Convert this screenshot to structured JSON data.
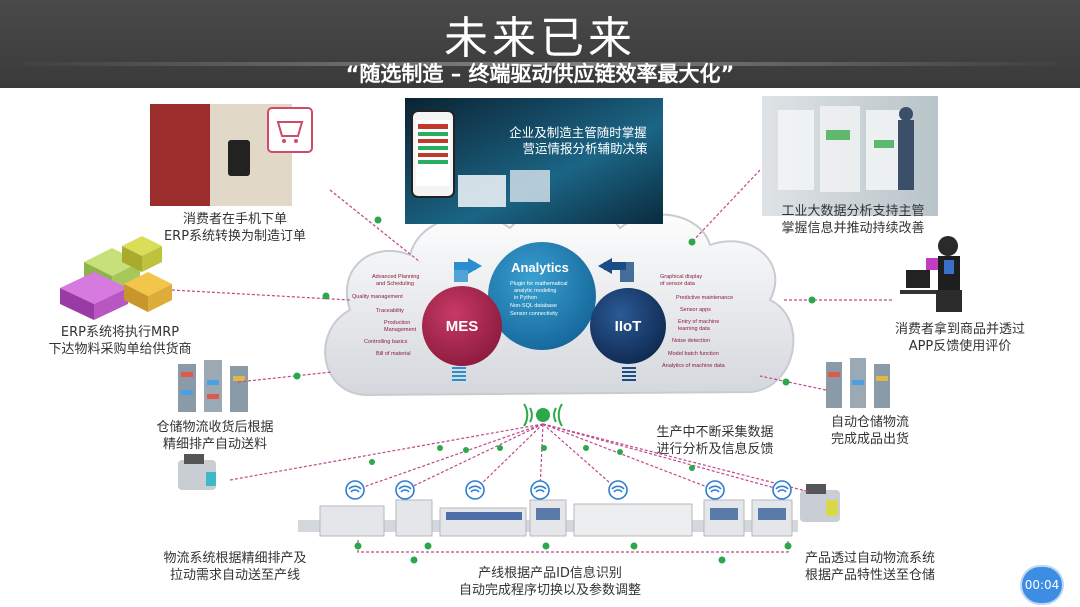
{
  "header": {
    "title": "未来已来",
    "subtitle": "“随选制造 – 终端驱动供应链效率最大化”"
  },
  "center": {
    "mes": "MES",
    "analytics": "Analytics",
    "iiot": "IIoT",
    "analytics_points": [
      "Plugin for mathematical",
      "analytic modeling",
      "in Python",
      "Non-SQL database",
      "Sensor connectivity"
    ],
    "mes_points": [
      "Advanced Planning",
      "and Scheduling",
      "Quality management",
      "Traceability",
      "Production",
      "Management",
      "Controlling basics",
      "Bill of material"
    ],
    "iiot_points": [
      "Graphical display",
      "of sensor data",
      "Predictive maintenance",
      "Sensor apps",
      "Entry of machine",
      "learning data",
      "Noise detection",
      "Model batch function",
      "Analytics of machine data"
    ]
  },
  "top_image_caption": [
    "企业及制造主管随时掌握",
    "营运情报分析辅助决策"
  ],
  "labels": {
    "consumer_order": [
      "消费者在手机下单",
      "ERP系统转换为制造订单"
    ],
    "erp_mrp": [
      "ERP系统将执行MRP",
      "下达物料采购单给供货商"
    ],
    "warehouse_receive": [
      "仓储物流收货后根据",
      "精细排产自动送料"
    ],
    "logistics_line": [
      "物流系统根据精细排产及",
      "拉动需求自动送至产线"
    ],
    "line_id": [
      "产线根据产品ID信息识别",
      "自动完成程序切换以及参数调整"
    ],
    "collect_data": [
      "生产中不断采集数据",
      "进行分析及信息反馈"
    ],
    "auto_warehouse": [
      "自动仓储物流",
      "完成成品出货"
    ],
    "product_storage": [
      "产品透过自动物流系统",
      "根据产品特性送至仓储"
    ],
    "big_data": [
      "工业大数据分析支持主管",
      "掌握信息并推动持续改善"
    ],
    "consumer_feedback": [
      "消费者拿到商品并透过",
      "APP反馈使用评价"
    ]
  },
  "timer": "00:04",
  "colors": {
    "header": "#3f3f3f",
    "mes": "#a3204a",
    "analytics": "#1f7fb3",
    "iiot": "#163a6a",
    "link": "#c0488a",
    "dot": "#2aa84a",
    "wifi": "#2e7fd0"
  }
}
